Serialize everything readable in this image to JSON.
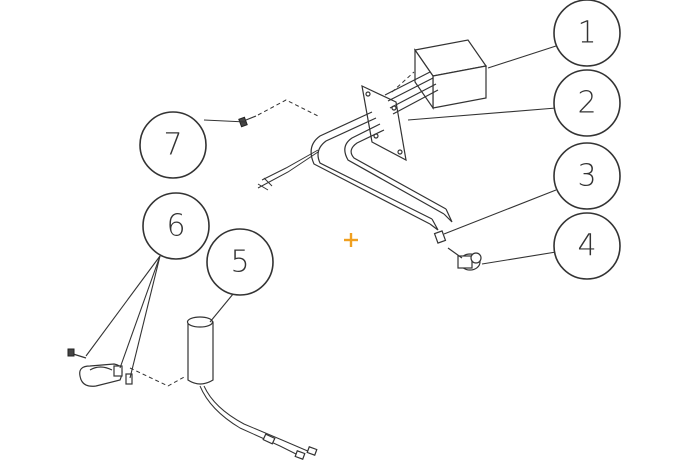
{
  "callouts": [
    "1",
    "2",
    "3",
    "4",
    "5",
    "6",
    "7"
  ],
  "colors": {
    "line": "#333333",
    "background": "#ffffff",
    "center_marker": "#f0a020"
  },
  "icons": {
    "center_marker": "plus-icon"
  }
}
